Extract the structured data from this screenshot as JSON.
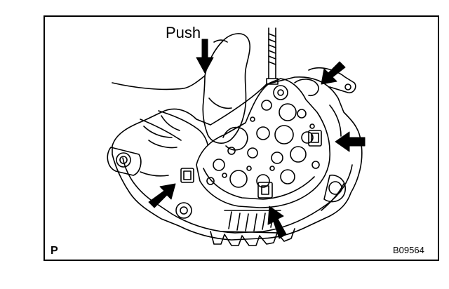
{
  "labels": {
    "push": "Push",
    "corner_mark": "P",
    "figure_code": "B09564"
  },
  "colors": {
    "ink": "#000000",
    "paper": "#ffffff"
  }
}
